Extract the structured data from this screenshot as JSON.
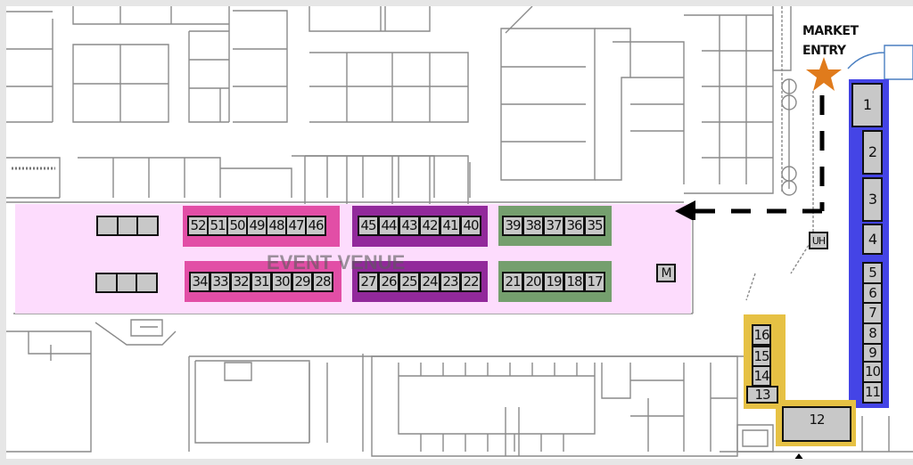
{
  "map": {
    "title": "EVENT VENUE",
    "entry_label_line1": "MARKET",
    "entry_label_line2": "ENTRY",
    "colors": {
      "venue_fill": "#fddcfd",
      "pink_block": "#e24ea6",
      "purple_block": "#92299b",
      "green_block": "#759f6e",
      "blue_block": "#4444e6",
      "gold_block": "#e6c144",
      "booth_fill": "#c8c8c8",
      "star": "#e07b1c"
    },
    "unlabeled_booth_rows": [
      {
        "row": "top",
        "count": 3
      },
      {
        "row": "bottom",
        "count": 3
      }
    ],
    "pink_top": [
      "52",
      "51",
      "50",
      "49",
      "48",
      "47",
      "46"
    ],
    "pink_bottom": [
      "34",
      "33",
      "32",
      "31",
      "30",
      "29",
      "28"
    ],
    "purple_top": [
      "45",
      "44",
      "43",
      "42",
      "41",
      "40"
    ],
    "purple_bottom": [
      "27",
      "26",
      "25",
      "24",
      "23",
      "22"
    ],
    "green_top": [
      "39",
      "38",
      "37",
      "36",
      "35"
    ],
    "green_bottom": [
      "21",
      "20",
      "19",
      "18",
      "17"
    ],
    "blue_column": [
      "1",
      "2",
      "3",
      "4",
      "5",
      "6",
      "7",
      "8",
      "9",
      "10",
      "11"
    ],
    "gold_column": [
      "16",
      "15",
      "14",
      "13"
    ],
    "gold_large": "12",
    "markers": {
      "m": "M",
      "uh": "UH"
    }
  }
}
